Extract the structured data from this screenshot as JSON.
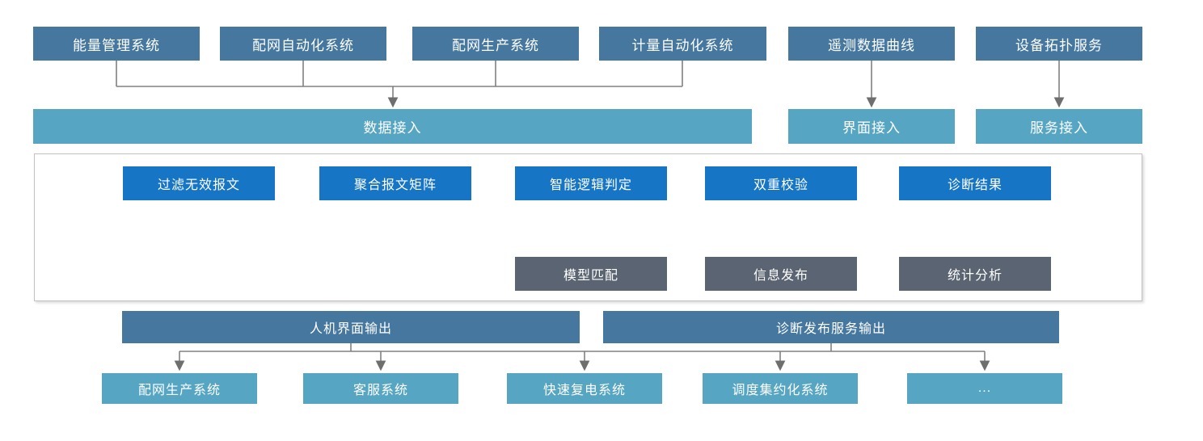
{
  "colors": {
    "source_box": "#45779F",
    "access_bar": "#55A5C3",
    "process_box": "#1675C5",
    "result_box": "#5A6472",
    "output_header": "#45779F",
    "output_box": "#55A5C3",
    "connector_line": "#808080",
    "panel_border": "#C2C2C2",
    "text": "#FFFFFF"
  },
  "top_row": [
    "能量管理系统",
    "配网自动化系统",
    "配网生产系统",
    "计量自动化系统",
    "遥测数据曲线",
    "设备拓扑服务"
  ],
  "access_row": {
    "data_access": "数据接入",
    "ui_access": "界面接入",
    "service_access": "服务接入"
  },
  "process_row": [
    "过滤无效报文",
    "聚合报文矩阵",
    "智能逻辑判定",
    "双重校验",
    "诊断结果"
  ],
  "result_row": [
    "模型匹配",
    "信息发布",
    "统计分析"
  ],
  "output_headers": [
    "人机界面输出",
    "诊断发布服务输出"
  ],
  "output_row": [
    "配网生产系统",
    "客服系统",
    "快速复电系统",
    "调度集约化系统",
    "..."
  ]
}
